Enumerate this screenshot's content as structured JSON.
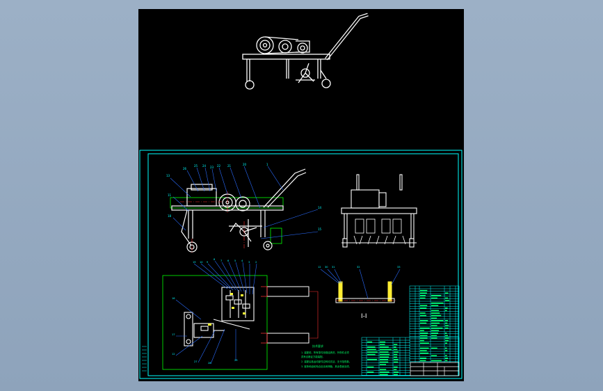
{
  "drawing": {
    "section_label": "I-I",
    "notes_title": "技术要求",
    "notes": [
      "1. 装配前，所有零件用煤油清洗，外购件必须",
      "   具有合格证方能装配。",
      "2. 装配后各运动部件应转动灵活，无卡阻现象。",
      "3. 链条和齿轮啮合处涂润滑脂，其余表面涂漆。"
    ],
    "colors": {
      "background": "#000000",
      "frame": "#00ffff",
      "outline": "#ffffff",
      "centerline": "#ff0000",
      "dimension": "#00ff00",
      "highlight": "#ffff00",
      "leader": "#2a6cff",
      "desktop": "#93a8bf"
    }
  }
}
